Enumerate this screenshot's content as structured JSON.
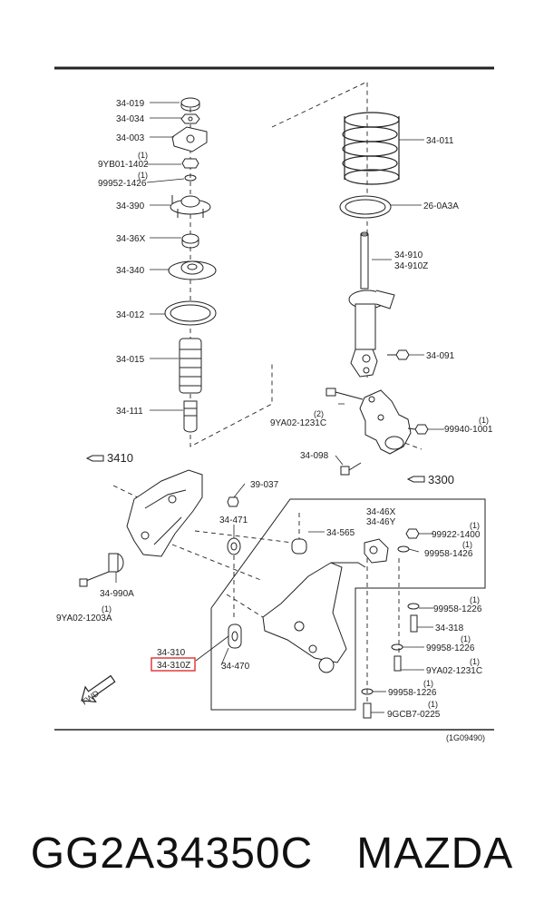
{
  "diagram": {
    "labels": {
      "p34_019": "34-019",
      "p34_034": "34-034",
      "p34_003": "34-003",
      "p9yb01_qty": "(1)",
      "p9yb01": "9YB01-1402",
      "p99952_qty": "(1)",
      "p99952": "99952-1426",
      "p34_390": "34-390",
      "p34_36x": "34-36X",
      "p34_340": "34-340",
      "p34_012": "34-012",
      "p34_015": "34-015",
      "p34_111": "34-111",
      "p34_011": "34-011",
      "p26_0a3a": "26-0A3A",
      "p34_910": "34-910",
      "p34_910z": "34-910Z",
      "p34_091": "34-091",
      "p9ya02_1231c_top_qty": "(2)",
      "p9ya02_1231c_top": "9YA02-1231C",
      "p99940_qty": "(1)",
      "p99940": "99940-1001",
      "p34_098": "34-098",
      "ref3410": "3410",
      "ref3300": "3300",
      "p39_037": "39-037",
      "p34_471": "34-471",
      "p34_990a": "34-990A",
      "p9ya02_1203a_qty": "(1)",
      "p9ya02_1203a": "9YA02-1203A",
      "p34_565": "34-565",
      "p34_46x": "34-46X",
      "p34_46y": "34-46Y",
      "p99922_qty": "(1)",
      "p99922": "99922-1400",
      "p99958_a_qty": "(1)",
      "p99958_a": "99958-1426",
      "p99958_b_qty": "(1)",
      "p99958_b": "99958-1226",
      "p34_318": "34-318",
      "p99958_c_qty": "(1)",
      "p99958_c": "99958-1226",
      "p9ya02_1231c_bot_qty": "(1)",
      "p9ya02_1231c_bot": "9YA02-1231C",
      "p99958_d_qty": "(1)",
      "p99958_d": "99958-1226",
      "p9gcb7_qty": "(1)",
      "p9gcb7": "9GCB7-0225",
      "p34_310": "34-310",
      "p34_310z": "34-310Z",
      "p34_470": "34-470",
      "fwd": "FWD",
      "diagram_id": "(1G09490)"
    },
    "highlight_color": "#e23b3b"
  },
  "caption": {
    "part_number": "GG2A34350C",
    "brand": "MAZDA"
  }
}
